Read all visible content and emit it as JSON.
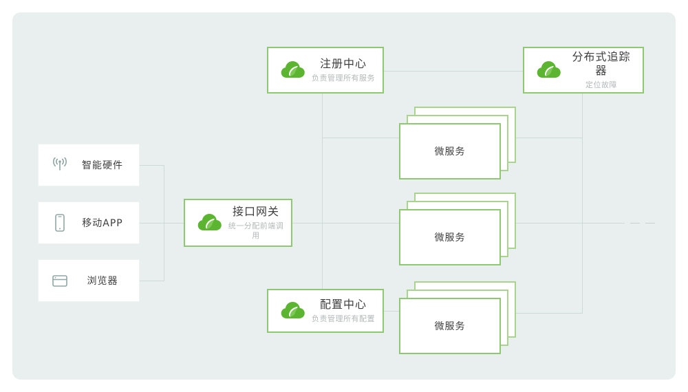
{
  "canvas": {
    "background_color": "#e8efee",
    "page_background": "#ffffff",
    "accent_color": "#8dc971",
    "line_color": "#cfdad8",
    "title_color": "#3d3d3d",
    "subtitle_color": "#b3b8b8"
  },
  "clients": [
    {
      "label": "智能硬件",
      "icon": "signal-broadcast-icon"
    },
    {
      "label": "移动APP",
      "icon": "mobile-phone-icon"
    },
    {
      "label": "浏览器",
      "icon": "browser-window-icon"
    }
  ],
  "nodes": {
    "gateway": {
      "title": "接口网关",
      "subtitle": "统一分配前端调用",
      "icon": "spring-cloud-leaf-icon"
    },
    "registry": {
      "title": "注册中心",
      "subtitle": "负责管理所有服务",
      "icon": "spring-cloud-leaf-icon"
    },
    "tracer": {
      "title": "分布式追踪器",
      "subtitle": "定位故障",
      "icon": "spring-cloud-leaf-icon"
    },
    "config": {
      "title": "配置中心",
      "subtitle": "负责管理所有配置",
      "icon": "spring-cloud-leaf-icon"
    }
  },
  "microservices": [
    {
      "label": "微服务",
      "copies": 3
    },
    {
      "label": "微服务",
      "copies": 3
    },
    {
      "label": "微服务",
      "copies": 3
    }
  ]
}
